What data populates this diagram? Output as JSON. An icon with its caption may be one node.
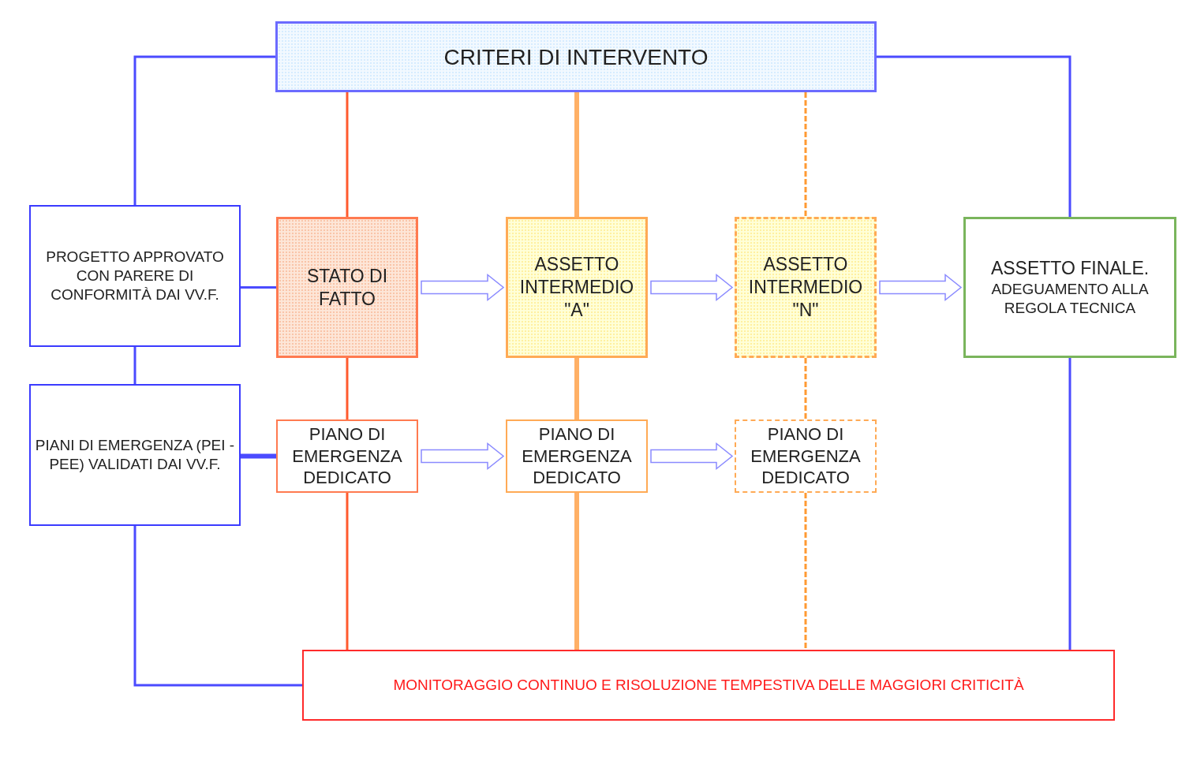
{
  "diagram": {
    "nodes": [
      {
        "text": [
          "CRITERI DI INTERVENTO"
        ]
      },
      {
        "text": [
          "PROGETTO APPROVATO CON PARERE DI CONFORMITÀ DAI VV.F."
        ]
      },
      {
        "text": [
          "STATO DI FATTO"
        ]
      },
      {
        "text": [
          "ASSETTO INTERMEDIO \"A\""
        ]
      },
      {
        "text": [
          "ASSETTO INTERMEDIO \"N\""
        ]
      },
      {
        "text": [
          "ASSETTO FINALE.",
          "ADEGUAMENTO ALLA REGOLA TECNICA"
        ]
      },
      {
        "text": [
          "PIANI DI EMERGENZA (PEI - PEE) VALIDATI DAI VV.F."
        ]
      },
      {
        "text": [
          "PIANO DI EMERGENZA DEDICATO"
        ]
      },
      {
        "text": [
          "PIANO DI EMERGENZA DEDICATO"
        ]
      },
      {
        "text": [
          "PIANO DI EMERGENZA DEDICATO"
        ]
      },
      {
        "text": [
          "MONITORAGGIO CONTINUO E RISOLUZIONE TEMPESTIVA DELLE MAGGIORI CRITICITÀ"
        ]
      }
    ],
    "edges": [
      {
        "from": 0,
        "to": 1,
        "arrow": "none"
      },
      {
        "from": 0,
        "to": 5,
        "arrow": "none"
      },
      {
        "from": 1,
        "to": 6,
        "arrow": "none"
      },
      {
        "from": 1,
        "to": 2,
        "arrow": "none"
      },
      {
        "from": 6,
        "to": 7,
        "arrow": "none",
        "style": "thick"
      },
      {
        "from": 6,
        "to": 10,
        "arrow": "none"
      },
      {
        "from": 5,
        "to": 10,
        "arrow": "none"
      },
      {
        "from": 0,
        "to": 2,
        "arrow": "none",
        "color": "#ff5a2e"
      },
      {
        "from": 2,
        "to": 7,
        "arrow": "none",
        "color": "#ff5a2e"
      },
      {
        "from": 7,
        "to": 10,
        "arrow": "none",
        "color": "#ff5a2e"
      },
      {
        "from": 0,
        "to": 3,
        "arrow": "none",
        "style": "thick",
        "color": "#ffb066"
      },
      {
        "from": 3,
        "to": 8,
        "arrow": "none",
        "style": "thick",
        "color": "#ffb066"
      },
      {
        "from": 8,
        "to": 10,
        "arrow": "none",
        "style": "thick",
        "color": "#ffb066"
      },
      {
        "from": 0,
        "to": 4,
        "arrow": "none",
        "style": "dashed",
        "color": "#ff9a33"
      },
      {
        "from": 4,
        "to": 9,
        "arrow": "none",
        "style": "dashed",
        "color": "#ff9a33"
      },
      {
        "from": 9,
        "to": 10,
        "arrow": "none",
        "style": "dashed",
        "color": "#ff9a33"
      },
      {
        "from": 2,
        "to": 3,
        "arrow": "to"
      },
      {
        "from": 3,
        "to": 4,
        "arrow": "to"
      },
      {
        "from": 4,
        "to": 5,
        "arrow": "to"
      },
      {
        "from": 7,
        "to": 8,
        "arrow": "to"
      },
      {
        "from": 8,
        "to": 9,
        "arrow": "to"
      }
    ]
  }
}
